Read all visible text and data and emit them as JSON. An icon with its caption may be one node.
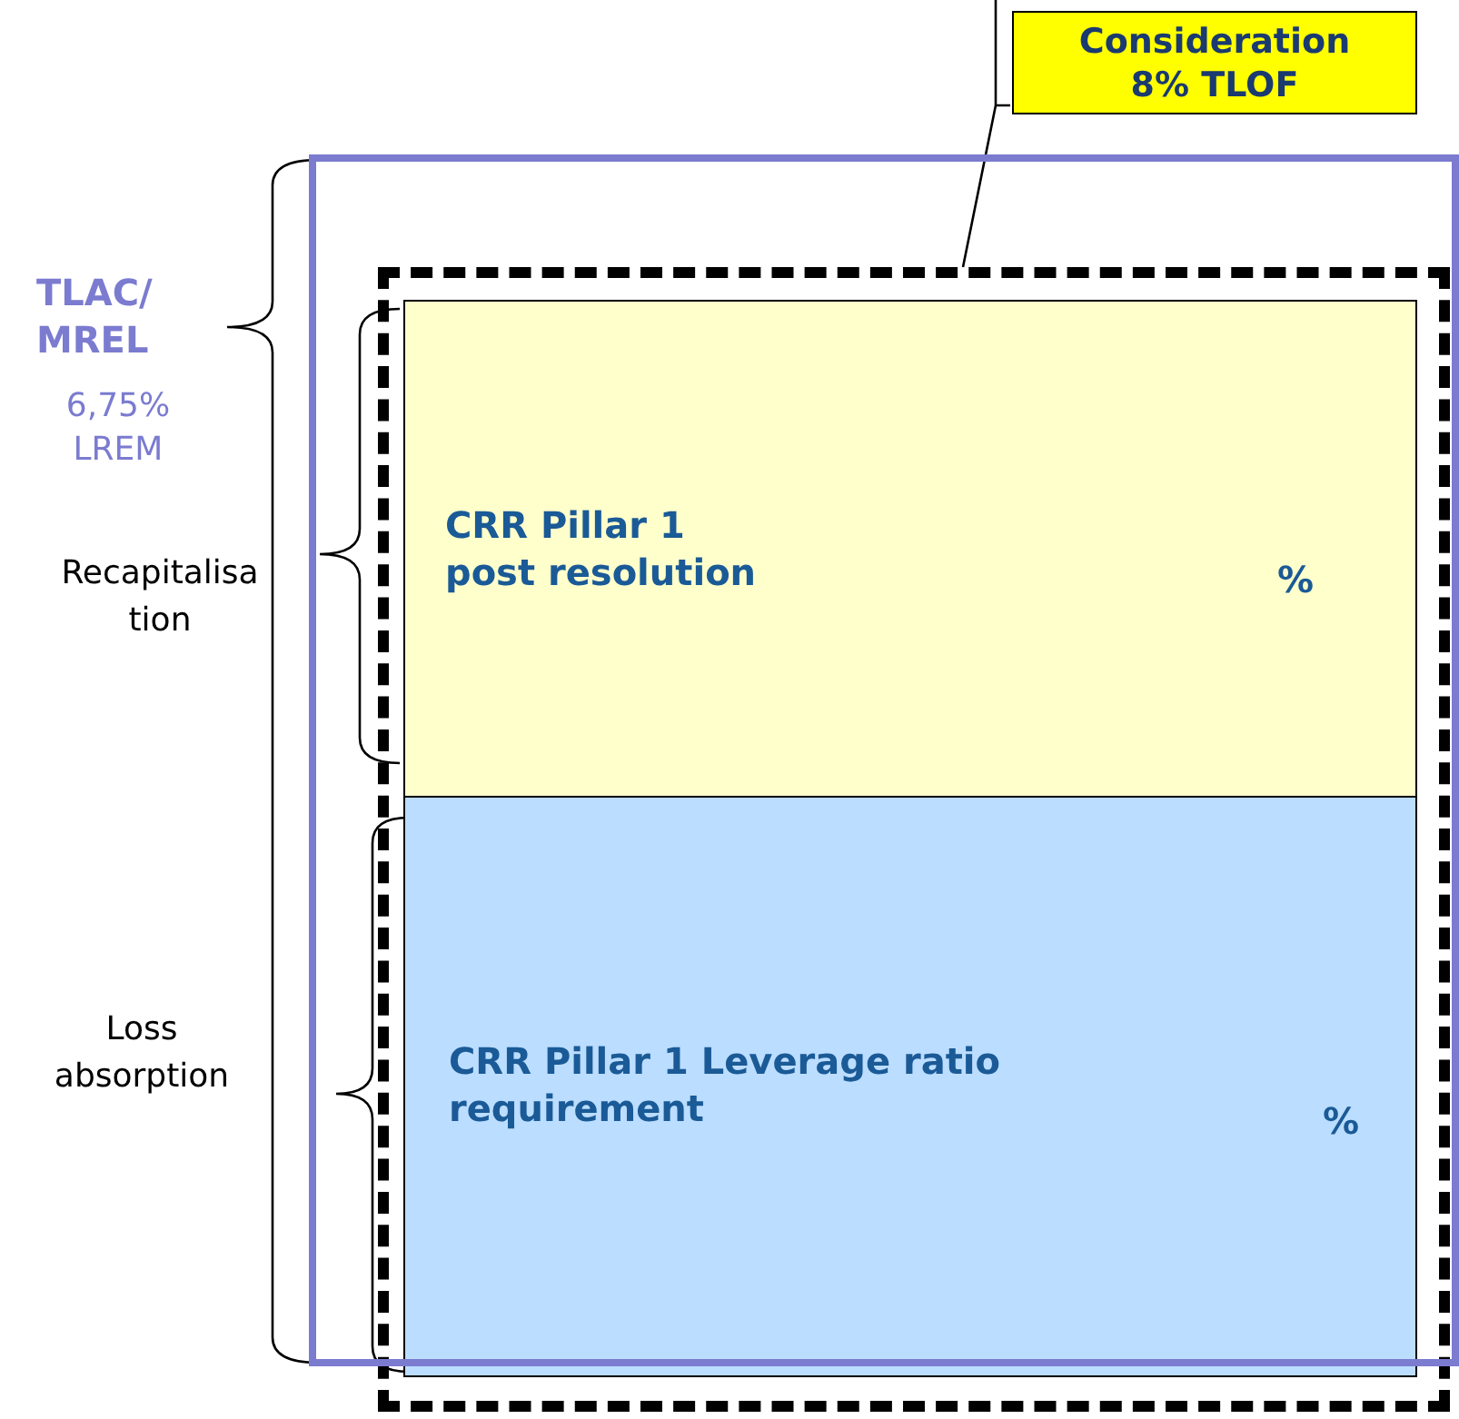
{
  "diagram": {
    "nodes": [
      {
        "text": [
          "Consideration 8% TLOF"
        ]
      },
      {
        "text": [],
        "shape": "box"
      },
      {
        "text": [],
        "shape": "box"
      },
      {
        "text": [
          "CRR Pillar 1 post resolution",
          "%"
        ],
        "in": 2
      },
      {
        "text": [
          "CRR Pillar 1 Leverage ratio requirement",
          "%"
        ],
        "in": 2
      }
    ],
    "edges": [
      {
        "from": 0,
        "to": 2,
        "arrow": "none"
      }
    ],
    "labels": [
      "TLAC/ MREL",
      "6,75% LREM",
      "Recapitalisation",
      "Loss absorption"
    ]
  }
}
